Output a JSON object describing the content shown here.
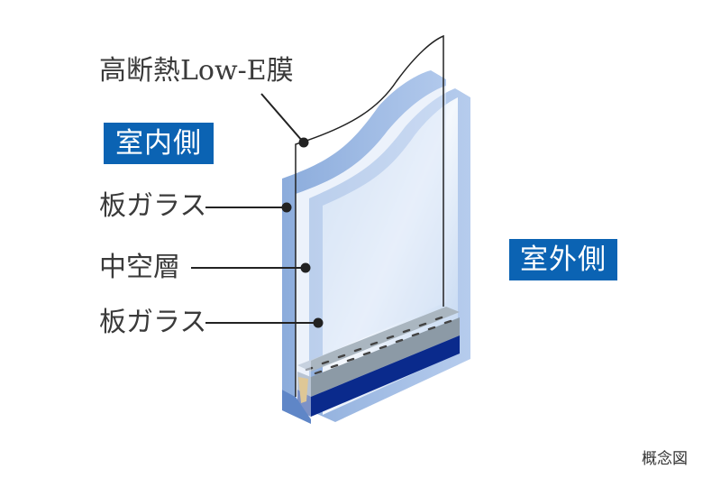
{
  "labels": {
    "low_e": "高断熱Low-E膜",
    "glass_inner": "板ガラス",
    "air_layer": "中空層",
    "glass_outer": "板ガラス"
  },
  "sides": {
    "indoor": "室内側",
    "outdoor": "室外側"
  },
  "note": "概念図",
  "colors": {
    "side_box": "#0b63b3",
    "spacer_seal": "#0a2a8c",
    "desiccant": "#e0a020",
    "spacer": "#8c9aa6"
  }
}
